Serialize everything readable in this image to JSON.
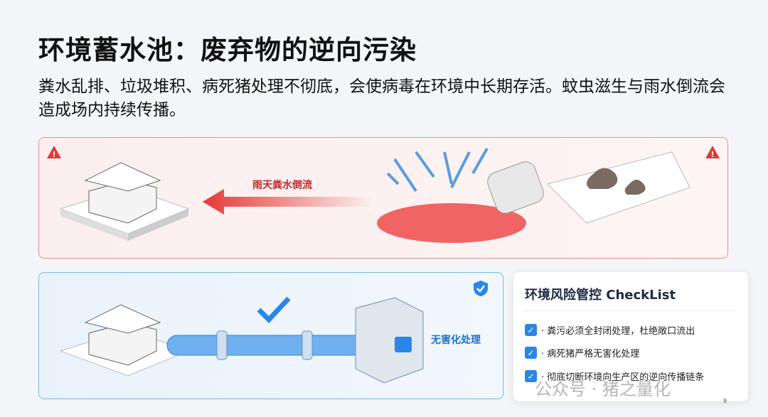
{
  "title": "环境蓄水池：废弃物的逆向污染",
  "subtitle": "粪水乱排、垃圾堆积、病死猪处理不彻底，会使病毒在环境中长期存活。蚊虫滋生与雨水倒流会造成场内持续传播。",
  "red_panel": {
    "arrow_label": "雨天粪水倒流"
  },
  "blue_panel": {
    "process_label": "无害化处理"
  },
  "checklist": {
    "title": "环境风险管控 CheckList",
    "items": [
      "· 粪污必须全封闭处理，杜绝敞口流出",
      "· 病死猪严格无害化处理",
      "· 彻底切断环境向生产区的逆向传播链条"
    ]
  },
  "watermark": "公众号 · 猪之量化",
  "page_number": "9",
  "colors": {
    "danger": "#e53935",
    "safe": "#2a86e8"
  }
}
